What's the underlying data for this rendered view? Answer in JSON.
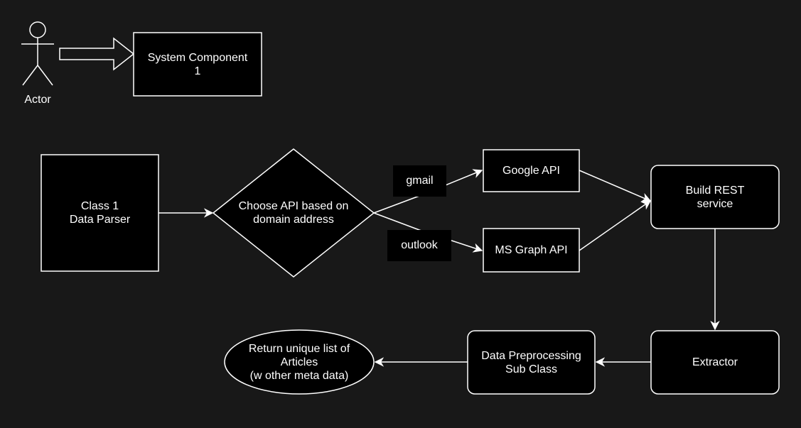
{
  "colors": {
    "background": "#181818",
    "node_fill": "#000000",
    "stroke": "#ffffff",
    "text": "#ffffff"
  },
  "legend": {
    "actor_label": "Actor",
    "component_label": "System Component\n1"
  },
  "nodes": {
    "class1": "Class 1\nData Parser",
    "decision": "Choose API based on\ndomain address",
    "google_api": "Google API",
    "ms_graph_api": "MS Graph API",
    "build_rest": "Build REST\nservice",
    "extractor": "Extractor",
    "preprocessing": "Data Preprocessing\nSub Class",
    "result": "Return unique list of\nArticles\n(w other meta data)"
  },
  "edge_labels": {
    "gmail": "gmail",
    "outlook": "outlook"
  }
}
